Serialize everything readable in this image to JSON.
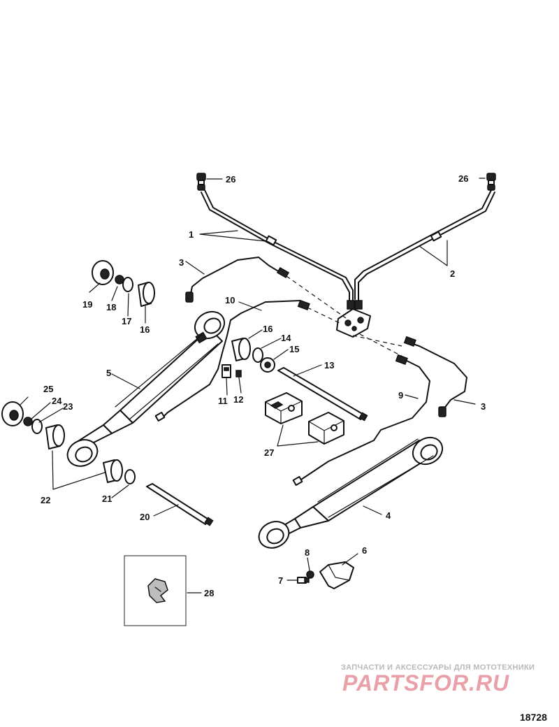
{
  "diagram": {
    "figure_id": "18728",
    "watermark": {
      "tagline": "ЗАПЧАСТИ И АКСЕССУАРЫ ДЛЯ МОТОТЕХНИКИ",
      "brand": "PARTSFOR.RU"
    },
    "labels": {
      "1": "1",
      "2": "2",
      "3a": "3",
      "3b": "3",
      "4": "4",
      "5": "5",
      "6": "6",
      "7": "7",
      "8": "8",
      "9": "9",
      "10": "10",
      "11": "11",
      "12": "12",
      "13": "13",
      "14": "14",
      "15": "15",
      "16a": "16",
      "16b": "16",
      "17": "17",
      "18": "18",
      "19": "19",
      "20": "20",
      "21": "21",
      "22": "22",
      "23": "23",
      "24": "24",
      "25": "25",
      "26a": "26",
      "26b": "26",
      "27": "27",
      "28": "28"
    }
  }
}
